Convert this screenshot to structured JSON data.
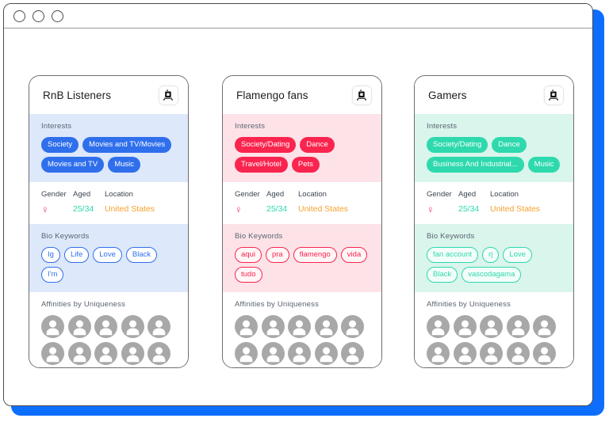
{
  "window": {
    "traffic_lights": [
      "close",
      "minimize",
      "maximize"
    ],
    "accent_color": "#0d6efd"
  },
  "section_labels": {
    "interests": "Interests",
    "bio_keywords": "Bio Keywords",
    "affinities": "Affinities by Uniqueness"
  },
  "demographic_headers": {
    "gender": "Gender",
    "aged": "Aged",
    "location": "Location"
  },
  "icons": {
    "brand": "brand-logo-icon",
    "gender_female": "♀",
    "avatar": "person-avatar-icon"
  },
  "colors": {
    "audience_blue": "#2f6fec",
    "audience_red": "#f9254f",
    "audience_teal": "#2ed9ad",
    "tint_blue": "#dde8fb",
    "tint_red": "#fde3e8",
    "tint_teal": "#d9f5ec",
    "gender_value": "#f4336b",
    "aged_value": "#2ed9ad",
    "location_value": "#f7a12c"
  },
  "cards": [
    {
      "title": "RnB Listeners",
      "theme": "0",
      "interests": [
        "Society",
        "Movies and TV/Movies",
        "Movies and TV",
        "Music"
      ],
      "demographics": {
        "gender": "♀",
        "aged": "25/34",
        "location": "United States"
      },
      "bio_keywords": [
        "Ig",
        "Life",
        "Love",
        "Black",
        "I'm"
      ],
      "affinity_count": 10
    },
    {
      "title": "Flamengo fans",
      "theme": "1",
      "interests": [
        "Society/Dating",
        "Dance",
        "Travel/Hotel",
        "Pets"
      ],
      "demographics": {
        "gender": "♀",
        "aged": "25/34",
        "location": "United States"
      },
      "bio_keywords": [
        "aqui",
        "pra",
        "flamengo",
        "vida",
        "tudo"
      ],
      "affinity_count": 10
    },
    {
      "title": "Gamers",
      "theme": "2",
      "interests": [
        "Society/Dating",
        "Dance",
        "Business And Industrial...",
        "Music"
      ],
      "demographics": {
        "gender": "♀",
        "aged": "25/34",
        "location": "United States"
      },
      "bio_keywords": [
        "fan account",
        "rj",
        "Love",
        "Black",
        "vascodagama"
      ],
      "affinity_count": 10
    }
  ]
}
